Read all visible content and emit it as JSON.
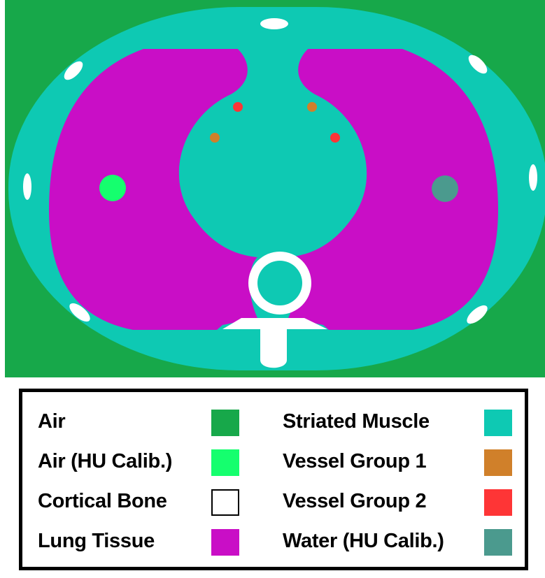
{
  "colors": {
    "air": "#17a84a",
    "air_hu_calib": "#15ff6e",
    "cortical_bone": "#ffffff",
    "lung_tissue": "#c90ec6",
    "striated_muscle": "#0ec9b3",
    "vessel_group_1": "#d0802a",
    "vessel_group_2": "#fe3536",
    "water_hu_calib": "#4b9a8e"
  },
  "legend": {
    "items": [
      {
        "label": "Air",
        "color": "#17a84a"
      },
      {
        "label": "Air (HU Calib.)",
        "color": "#15ff6e"
      },
      {
        "label": "Cortical Bone",
        "color": "#ffffff"
      },
      {
        "label": "Lung Tissue",
        "color": "#c90ec6"
      },
      {
        "label": "Striated Muscle",
        "color": "#0ec9b3"
      },
      {
        "label": "Vessel Group 1",
        "color": "#d0802a"
      },
      {
        "label": "Vessel Group 2",
        "color": "#fe3536"
      },
      {
        "label": "Water (HU Calib.)",
        "color": "#4b9a8e"
      }
    ]
  }
}
